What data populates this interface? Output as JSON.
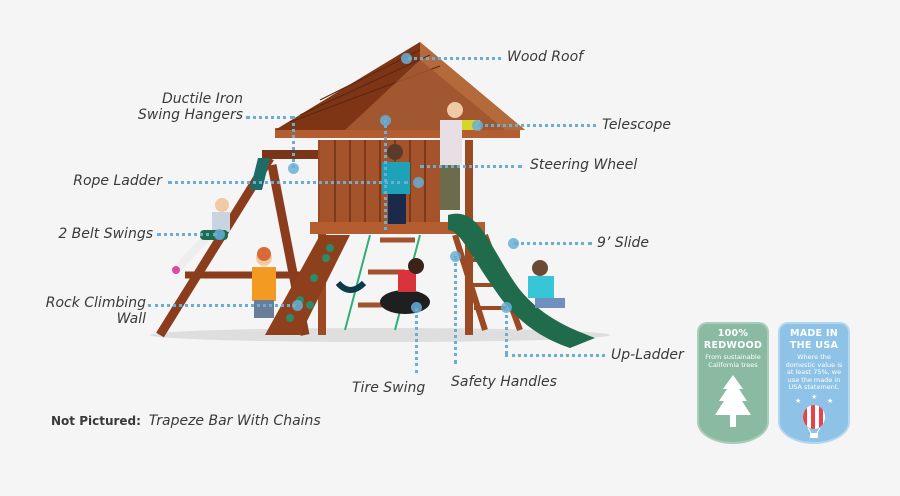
{
  "diagram": {
    "subject": "Wooden swing set playset with clubhouse, slide and tire swing",
    "callouts": [
      {
        "id": "wood-roof",
        "label": "Wood Roof"
      },
      {
        "id": "ductile-iron-swing-hangers",
        "label_line1": "Ductile Iron",
        "label_line2": "Swing Hangers"
      },
      {
        "id": "telescope",
        "label": "Telescope"
      },
      {
        "id": "rope-ladder",
        "label": "Rope Ladder"
      },
      {
        "id": "steering-wheel",
        "label": "Steering Wheel"
      },
      {
        "id": "belt-swings",
        "label": "2 Belt Swings"
      },
      {
        "id": "slide",
        "label": "9’ Slide"
      },
      {
        "id": "rock-climbing-wall",
        "label_line1": "Rock Climbing",
        "label_line2": "Wall"
      },
      {
        "id": "up-ladder",
        "label": "Up-Ladder"
      },
      {
        "id": "tire-swing",
        "label": "Tire Swing"
      },
      {
        "id": "safety-handles",
        "label": "Safety Handles"
      }
    ],
    "footnote": {
      "prefix": "Not Pictured:",
      "item": "Trapeze Bar With Chains"
    },
    "badges": [
      {
        "id": "redwood",
        "title_line1": "100%",
        "title_line2": "REDWOOD",
        "text": "From sustainable California trees",
        "icon": "pine-tree-icon",
        "color": "#8bbaa3"
      },
      {
        "id": "made-in-usa",
        "title_line1": "MADE IN",
        "title_line2": "THE USA",
        "text": "Where the domestic value is at least 75%, we use the made in USA statement.",
        "icon": "hot-air-balloon-icon",
        "color": "#8ec2e6"
      }
    ],
    "colors": {
      "callout_line": "#6aaed6",
      "background": "#f5f5f5",
      "label_text": "#3a3a3a"
    }
  }
}
